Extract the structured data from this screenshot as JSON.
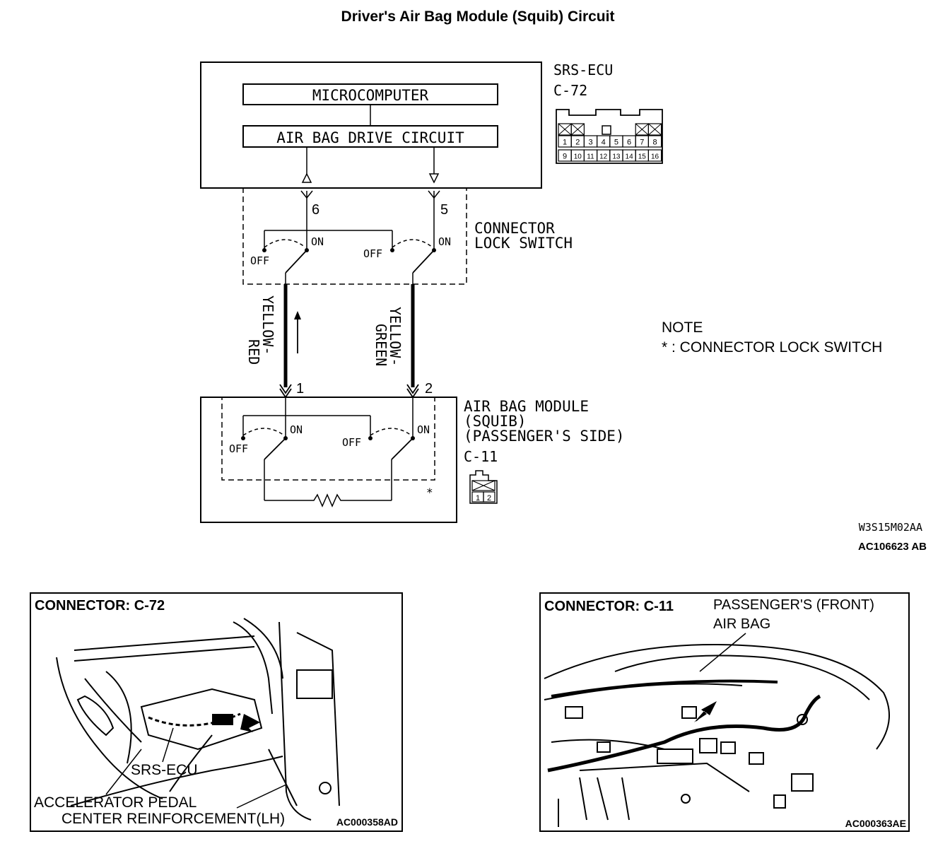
{
  "title": "Driver's Air Bag Module (Squib) Circuit",
  "ecu": {
    "name": "SRS-ECU",
    "connector": "C-72",
    "microcomputer_label": "MICROCOMPUTER",
    "drive_circuit_label": "AIR BAG DRIVE CIRCUIT",
    "pins_top": [
      "1",
      "2",
      "3",
      "4",
      "5",
      "6",
      "7",
      "8"
    ],
    "pins_bottom": [
      "9",
      "10",
      "11",
      "12",
      "13",
      "14",
      "15",
      "16"
    ]
  },
  "lock_switch": {
    "label_line1": "CONNECTOR",
    "label_line2": "LOCK SWITCH",
    "pin_left": "6",
    "pin_right": "5",
    "on": "ON",
    "off": "OFF"
  },
  "wires": {
    "left_line1": "YELLOW-",
    "left_line2": "RED",
    "right_line1": "YELLOW-",
    "right_line2": "GREEN"
  },
  "module": {
    "line1": "AIR BAG MODULE",
    "line2": "(SQUIB)",
    "line3": "(PASSENGER'S SIDE)",
    "connector": "C-11",
    "pin_left": "1",
    "pin_right": "2",
    "on": "ON",
    "off": "OFF",
    "asterisk": "*",
    "conn_pins": [
      "1",
      "2"
    ]
  },
  "note": {
    "title": "NOTE",
    "text": "* : CONNECTOR LOCK SWITCH"
  },
  "codes": {
    "code1": "W3S15M02AA",
    "code2": "AC106623 AB"
  },
  "photo_left": {
    "title": "CONNECTOR: C-72",
    "label_ecu": "SRS-ECU",
    "label_pedal": "ACCELERATOR PEDAL",
    "label_reinf": "CENTER REINFORCEMENT(LH)",
    "code": "AC000358AD"
  },
  "photo_right": {
    "title": "CONNECTOR: C-11",
    "label_line1": "PASSENGER'S (FRONT)",
    "label_line2": "AIR BAG",
    "code": "AC000363AE"
  }
}
